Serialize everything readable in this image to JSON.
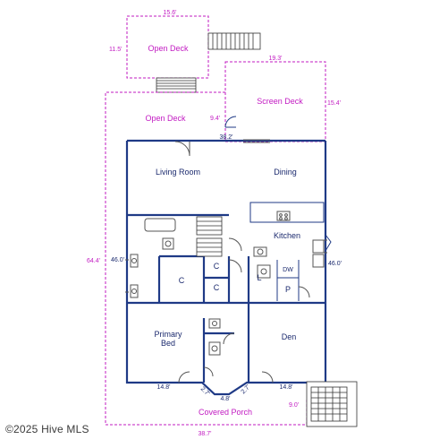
{
  "upper_deck": {
    "label": "Open Deck",
    "width_dim": "15.6'",
    "depth_dim": "11.5'"
  },
  "screen_deck": {
    "label": "Screen Deck",
    "width_dim": "19.3'",
    "depth_dim": "15.4'"
  },
  "main_deck": {
    "label": "Open Deck",
    "step_dim": "9.4'"
  },
  "house": {
    "width_dim": "38.2'",
    "depth_dim_left": "46.0'",
    "depth_dim_right": "46.0'"
  },
  "rooms": {
    "living_room": "Living Room",
    "dining": "Dining",
    "kitchen": "Kitchen",
    "closet_main": "C",
    "closet_top": "C",
    "closet_bottom": "C",
    "dishwasher": "DW",
    "laundry": "L",
    "pantry": "P",
    "primary_bed_line1": "Primary",
    "primary_bed_line2": "Bed",
    "den": "Den"
  },
  "bottom_dims": {
    "left_bay": "14.8'",
    "right_bay": "14.8'",
    "left_angle": "2.7'",
    "center": "4.8'",
    "right_angle": "2.7'"
  },
  "porch": {
    "label": "Covered Porch",
    "right_dim": "9.0'"
  },
  "outer_dims": {
    "left": "64.4'",
    "bottom": "38.7'"
  },
  "watermark": "©2025 Hive MLS"
}
